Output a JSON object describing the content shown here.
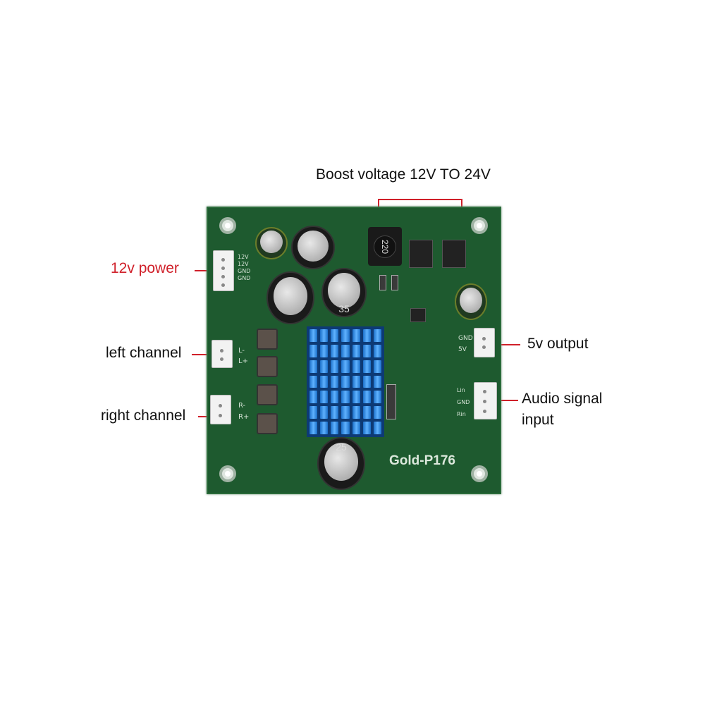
{
  "annotations": {
    "boost": "Boost voltage  12V TO 24V",
    "power": "12v  power",
    "left": "left channel",
    "right": "right channel",
    "five_v": "5v output",
    "audio_line1": "Audio signal",
    "audio_line2": "input"
  },
  "board": {
    "name": "Gold-P176",
    "inductor_code": "220",
    "cap_35": "35",
    "cap_25": "25",
    "power_pins": [
      "12V",
      "12V",
      "GND",
      "GND"
    ],
    "left_pins": [
      "L-",
      "L+"
    ],
    "right_pins": [
      "R-",
      "R+"
    ],
    "out_pins": [
      "GND",
      "5V"
    ],
    "in_pins": [
      "Lin",
      "GND",
      "Rin"
    ]
  },
  "colors": {
    "annotation_red": "#d0202a",
    "pcb_green": "#1e5a2f",
    "heatsink_blue": "#1c6fc8"
  }
}
